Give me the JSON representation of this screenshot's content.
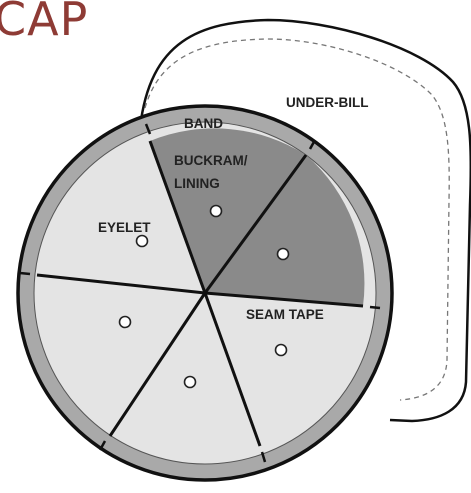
{
  "title": "CAP",
  "labels": {
    "under_bill": "UNDER-BILL",
    "band": "BAND",
    "buckram_line1": "BUCKRAM/",
    "buckram_line2": "LINING",
    "eyelet": "EYELET",
    "seam_tape": "SEAM TAPE"
  },
  "colors": {
    "title": "#8e3b35",
    "band": "#a9a9a9",
    "panel_light": "#e4e4e4",
    "panel_dark": "#8a8a8a",
    "outline": "#111111"
  }
}
